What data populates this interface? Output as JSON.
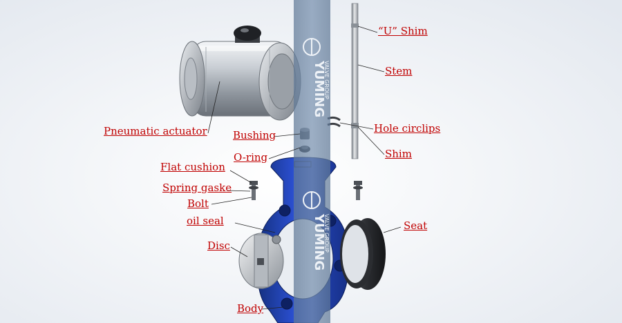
{
  "brand": {
    "name": "YUMING",
    "subname": "VALVE GROUP",
    "band_color": "#6f89a8"
  },
  "label_color": "#c00000",
  "body_color": "#1f3ea8",
  "labels": {
    "u_shim": "“U” Shim",
    "stem": "Stem",
    "pneumatic_actuator": "Pneumatic actuator",
    "bushing": "Bushing",
    "hole_circlips": "Hole circlips",
    "o_ring": "O-ring",
    "shim": "Shim",
    "flat_cushion": "Flat cushion",
    "spring_gasket": "Spring gaske",
    "bolt": "Bolt",
    "oil_seal": "oil seal",
    "seat": "Seat",
    "disc": "Disc",
    "body": "Body"
  }
}
